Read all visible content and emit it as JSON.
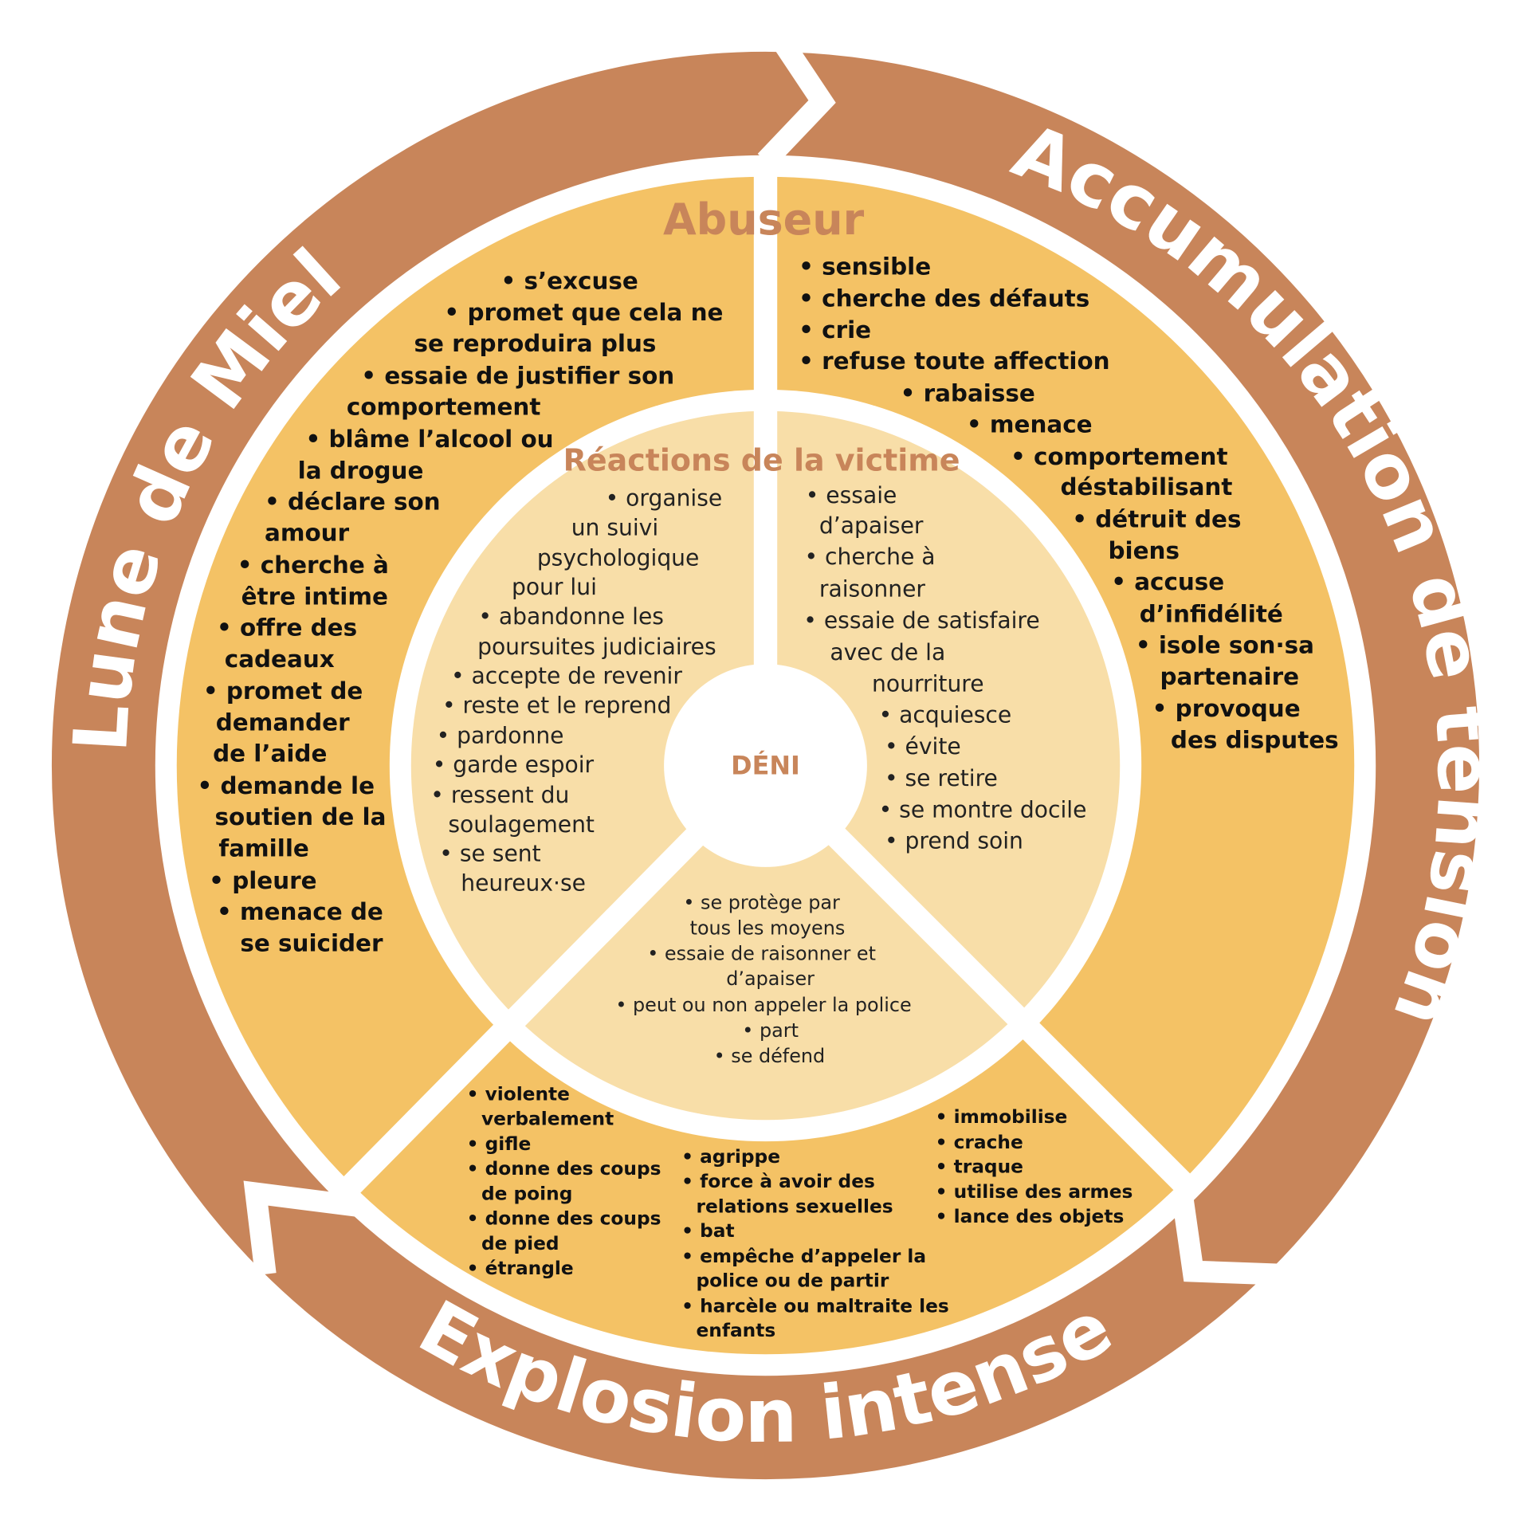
{
  "colors": {
    "ring": "#c8855a",
    "abuser_zone": "#f4c265",
    "victim_zone": "#f8dea8",
    "title": "#c8855a"
  },
  "ring_labels": {
    "honeymoon": "Lune de Miel",
    "tension": "Accumulation de tension",
    "explosion": "Explosion intense"
  },
  "titles": {
    "abuser": "Abuseur",
    "victim": "Réactions de la victime",
    "center": "DÉNI"
  },
  "abuser": {
    "honeymoon": [
      "• s’excuse",
      "• promet que cela ne",
      "se reproduira plus",
      "• essaie de justifier son",
      "comportement",
      "• blâme l’alcool ou",
      "la drogue",
      "• déclare son",
      "amour",
      "• cherche à",
      "être intime",
      "• offre des",
      "cadeaux",
      "• promet de",
      "demander",
      "de l’aide",
      "• demande le",
      "soutien de la",
      "famille",
      "• pleure",
      "• menace de",
      "se suicider"
    ],
    "tension": [
      "• sensible",
      "• cherche des défauts",
      "• crie",
      "• refuse toute affection",
      "• rabaisse",
      "• menace",
      "• comportement",
      "déstabilisant",
      "• détruit des",
      "biens",
      "• accuse",
      "d’infidélité",
      "• isole son·sa",
      "partenaire",
      "• provoque",
      "des disputes"
    ],
    "explosion_col1": [
      "• violente",
      "verbalement",
      "• gifle",
      "• donne des coups",
      "de poing",
      "• donne des coups",
      "de pied",
      "• étrangle"
    ],
    "explosion_col2": [
      "• agrippe",
      "• force à avoir des",
      "relations sexuelles",
      "• bat",
      "• empêche d’appeler la",
      "police ou de partir",
      "• harcèle ou maltraite les",
      "enfants"
    ],
    "explosion_col3": [
      "• immobilise",
      "• crache",
      "• traque",
      "• utilise des armes",
      "• lance des objets"
    ]
  },
  "victim": {
    "honeymoon": [
      "• organise",
      "un suivi",
      "psychologique",
      "pour lui",
      "• abandonne les",
      "poursuites judiciaires",
      "• accepte de revenir",
      "• reste et le reprend",
      "• pardonne",
      "• garde espoir",
      "• ressent du",
      "soulagement",
      "• se sent",
      "heureux·se"
    ],
    "tension": [
      "• essaie",
      "d’apaiser",
      "• cherche à",
      "raisonner",
      "• essaie de satisfaire",
      "avec de la",
      "nourriture",
      "• acquiesce",
      "• évite",
      "• se retire",
      "• se montre docile",
      "• prend soin"
    ],
    "explosion": [
      "• se protège par",
      "tous les moyens",
      "• essaie de raisonner et",
      "d’apaiser",
      "• peut ou non appeler la police",
      "• part",
      "• se défend"
    ]
  }
}
